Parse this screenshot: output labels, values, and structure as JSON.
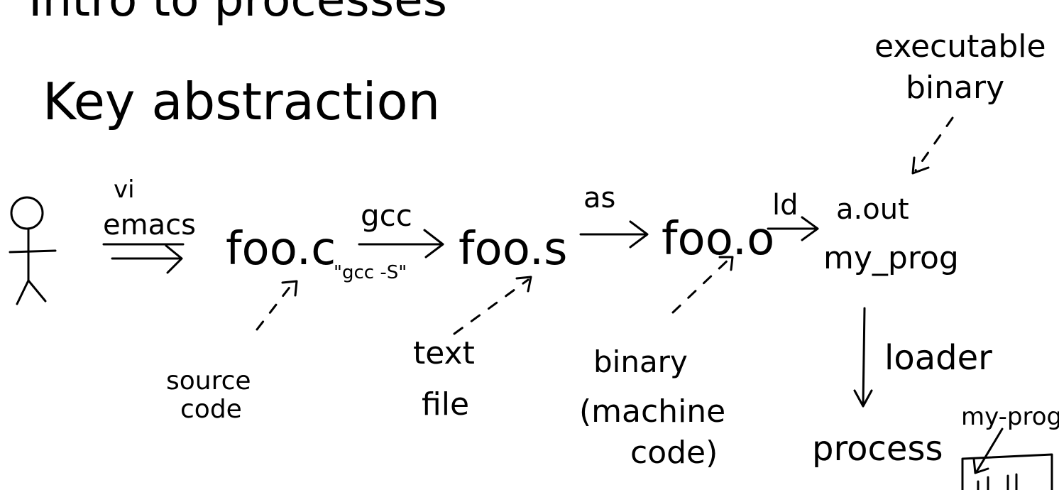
{
  "title": "Intro to processes",
  "subtitle": "Key abstraction",
  "stages": {
    "editor": {
      "tool_top": "vi",
      "tool_bottom": "emacs"
    },
    "source_file": "foo.c",
    "compile": {
      "tool": "gcc",
      "flag": "\"gcc -S\""
    },
    "asm_file": "foo.s",
    "assemble": {
      "tool": "as"
    },
    "object_file": "foo.o",
    "link": {
      "tool": "ld"
    },
    "exe_names": {
      "default": "a.out",
      "custom": "my_prog"
    },
    "loader": "loader",
    "process": "process",
    "process_box_label": "my-prog"
  },
  "annotations": {
    "source": {
      "line1": "source",
      "line2": "code"
    },
    "text": {
      "line1": "text",
      "line2": "file"
    },
    "binary": {
      "line1": "binary",
      "line2": "(machine",
      "line3": "code)"
    },
    "executable": {
      "line1": "executable",
      "line2": "binary"
    }
  },
  "ink_color": "#000000",
  "background_color": "#ffffff"
}
